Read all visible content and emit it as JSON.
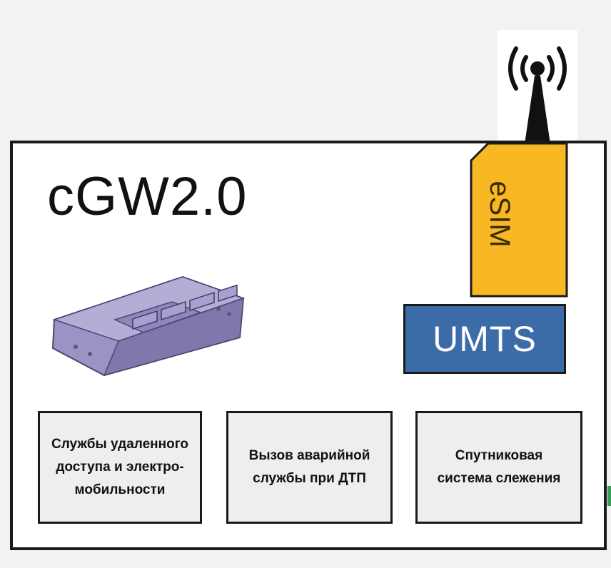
{
  "device": {
    "title": "cGW2.0"
  },
  "esim": {
    "label": "eSIM"
  },
  "umts": {
    "label": "UMTS"
  },
  "services": [
    {
      "label": "Службы удаленного\nдоступа и электро-\nмобильности"
    },
    {
      "label": "Вызов аварийной\nслужбы при ДТП"
    },
    {
      "label": "Спутниковая\nсистема слежения"
    }
  ],
  "colors": {
    "page_background": "#f2f2f2",
    "frame_border": "#1a1a1a",
    "esim_fill": "#f7b824",
    "umts_fill": "#3b6ca8",
    "service_fill": "#eeeeee",
    "ecu_fill": "#9a93c4"
  },
  "icons": {
    "antenna": "antenna-icon",
    "ecu": "control-unit-illustration"
  }
}
